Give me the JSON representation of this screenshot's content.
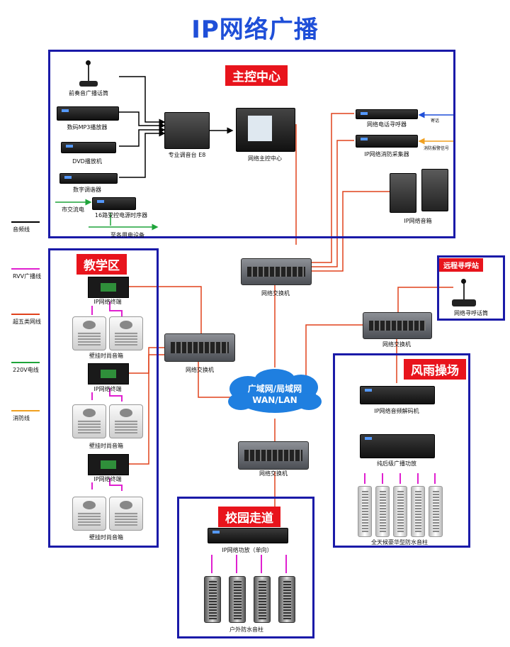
{
  "title": "IP网络广播",
  "colors": {
    "zone_border": "#1a1aa8",
    "label_bg": "#e8141c",
    "audio_line": "#000000",
    "rvv_line": "#e020d0",
    "cat5_line": "#e0421c",
    "power_line": "#1ea43a",
    "fire_line": "#f0a020",
    "title": "#1f4fd8"
  },
  "legend": [
    {
      "label": "音频线",
      "color": "#000000"
    },
    {
      "label": "RVV广播线",
      "color": "#e020d0"
    },
    {
      "label": "超五类网线",
      "color": "#e0421c"
    },
    {
      "label": "220V电线",
      "color": "#1ea43a"
    },
    {
      "label": "消防线",
      "color": "#f0a020"
    }
  ],
  "zones": {
    "main_control": "主控中心",
    "teaching": "教学区",
    "remote_paging": "远程寻呼站",
    "weather_field": "风雨操场",
    "campus_corridor": "校园走道"
  },
  "devices": {
    "front_mic": "前奏音广播话筒",
    "mp3_player": "数码MP3播放器",
    "dvd_player": "DVD播放机",
    "tuner": "数字调谐器",
    "mixer": "专业调音台 E8",
    "main_host": "网络主控中心",
    "phone_pager": "网络电话寻呼器",
    "fire_collector": "IP网络消防采集器",
    "ip_speakers": "IP网络音箱",
    "mains_power": "市交流电",
    "sequencer": "16路受控电源时序器",
    "power_equipment": "至各用电设备",
    "phone_in": "寄话",
    "fire_in": "消防报警信号",
    "ip_terminal_1": "IP网络终端",
    "wall_speaker_1": "壁挂时尚音箱",
    "ip_terminal_2": "IP网络终端",
    "wall_speaker_2": "壁挂时尚音箱",
    "ip_terminal_3": "IP网络终端",
    "wall_speaker_3": "壁挂时尚音箱",
    "switch_main": "网络交换机",
    "switch_teaching": "网络交换机",
    "switch_right": "网络交换机",
    "switch_bottom": "网络交换机",
    "paging_mic": "网络寻呼话筒",
    "decoder": "IP网络音频解码机",
    "post_amp": "纯后级广播功放",
    "waterproof_columns": "全天候豪华型防水音柱",
    "ip_amp": "IP网络功放（单向）",
    "outdoor_columns": "户外防水音柱"
  },
  "cloud": {
    "line1": "广域网/局域网",
    "line2": "WAN/LAN"
  }
}
